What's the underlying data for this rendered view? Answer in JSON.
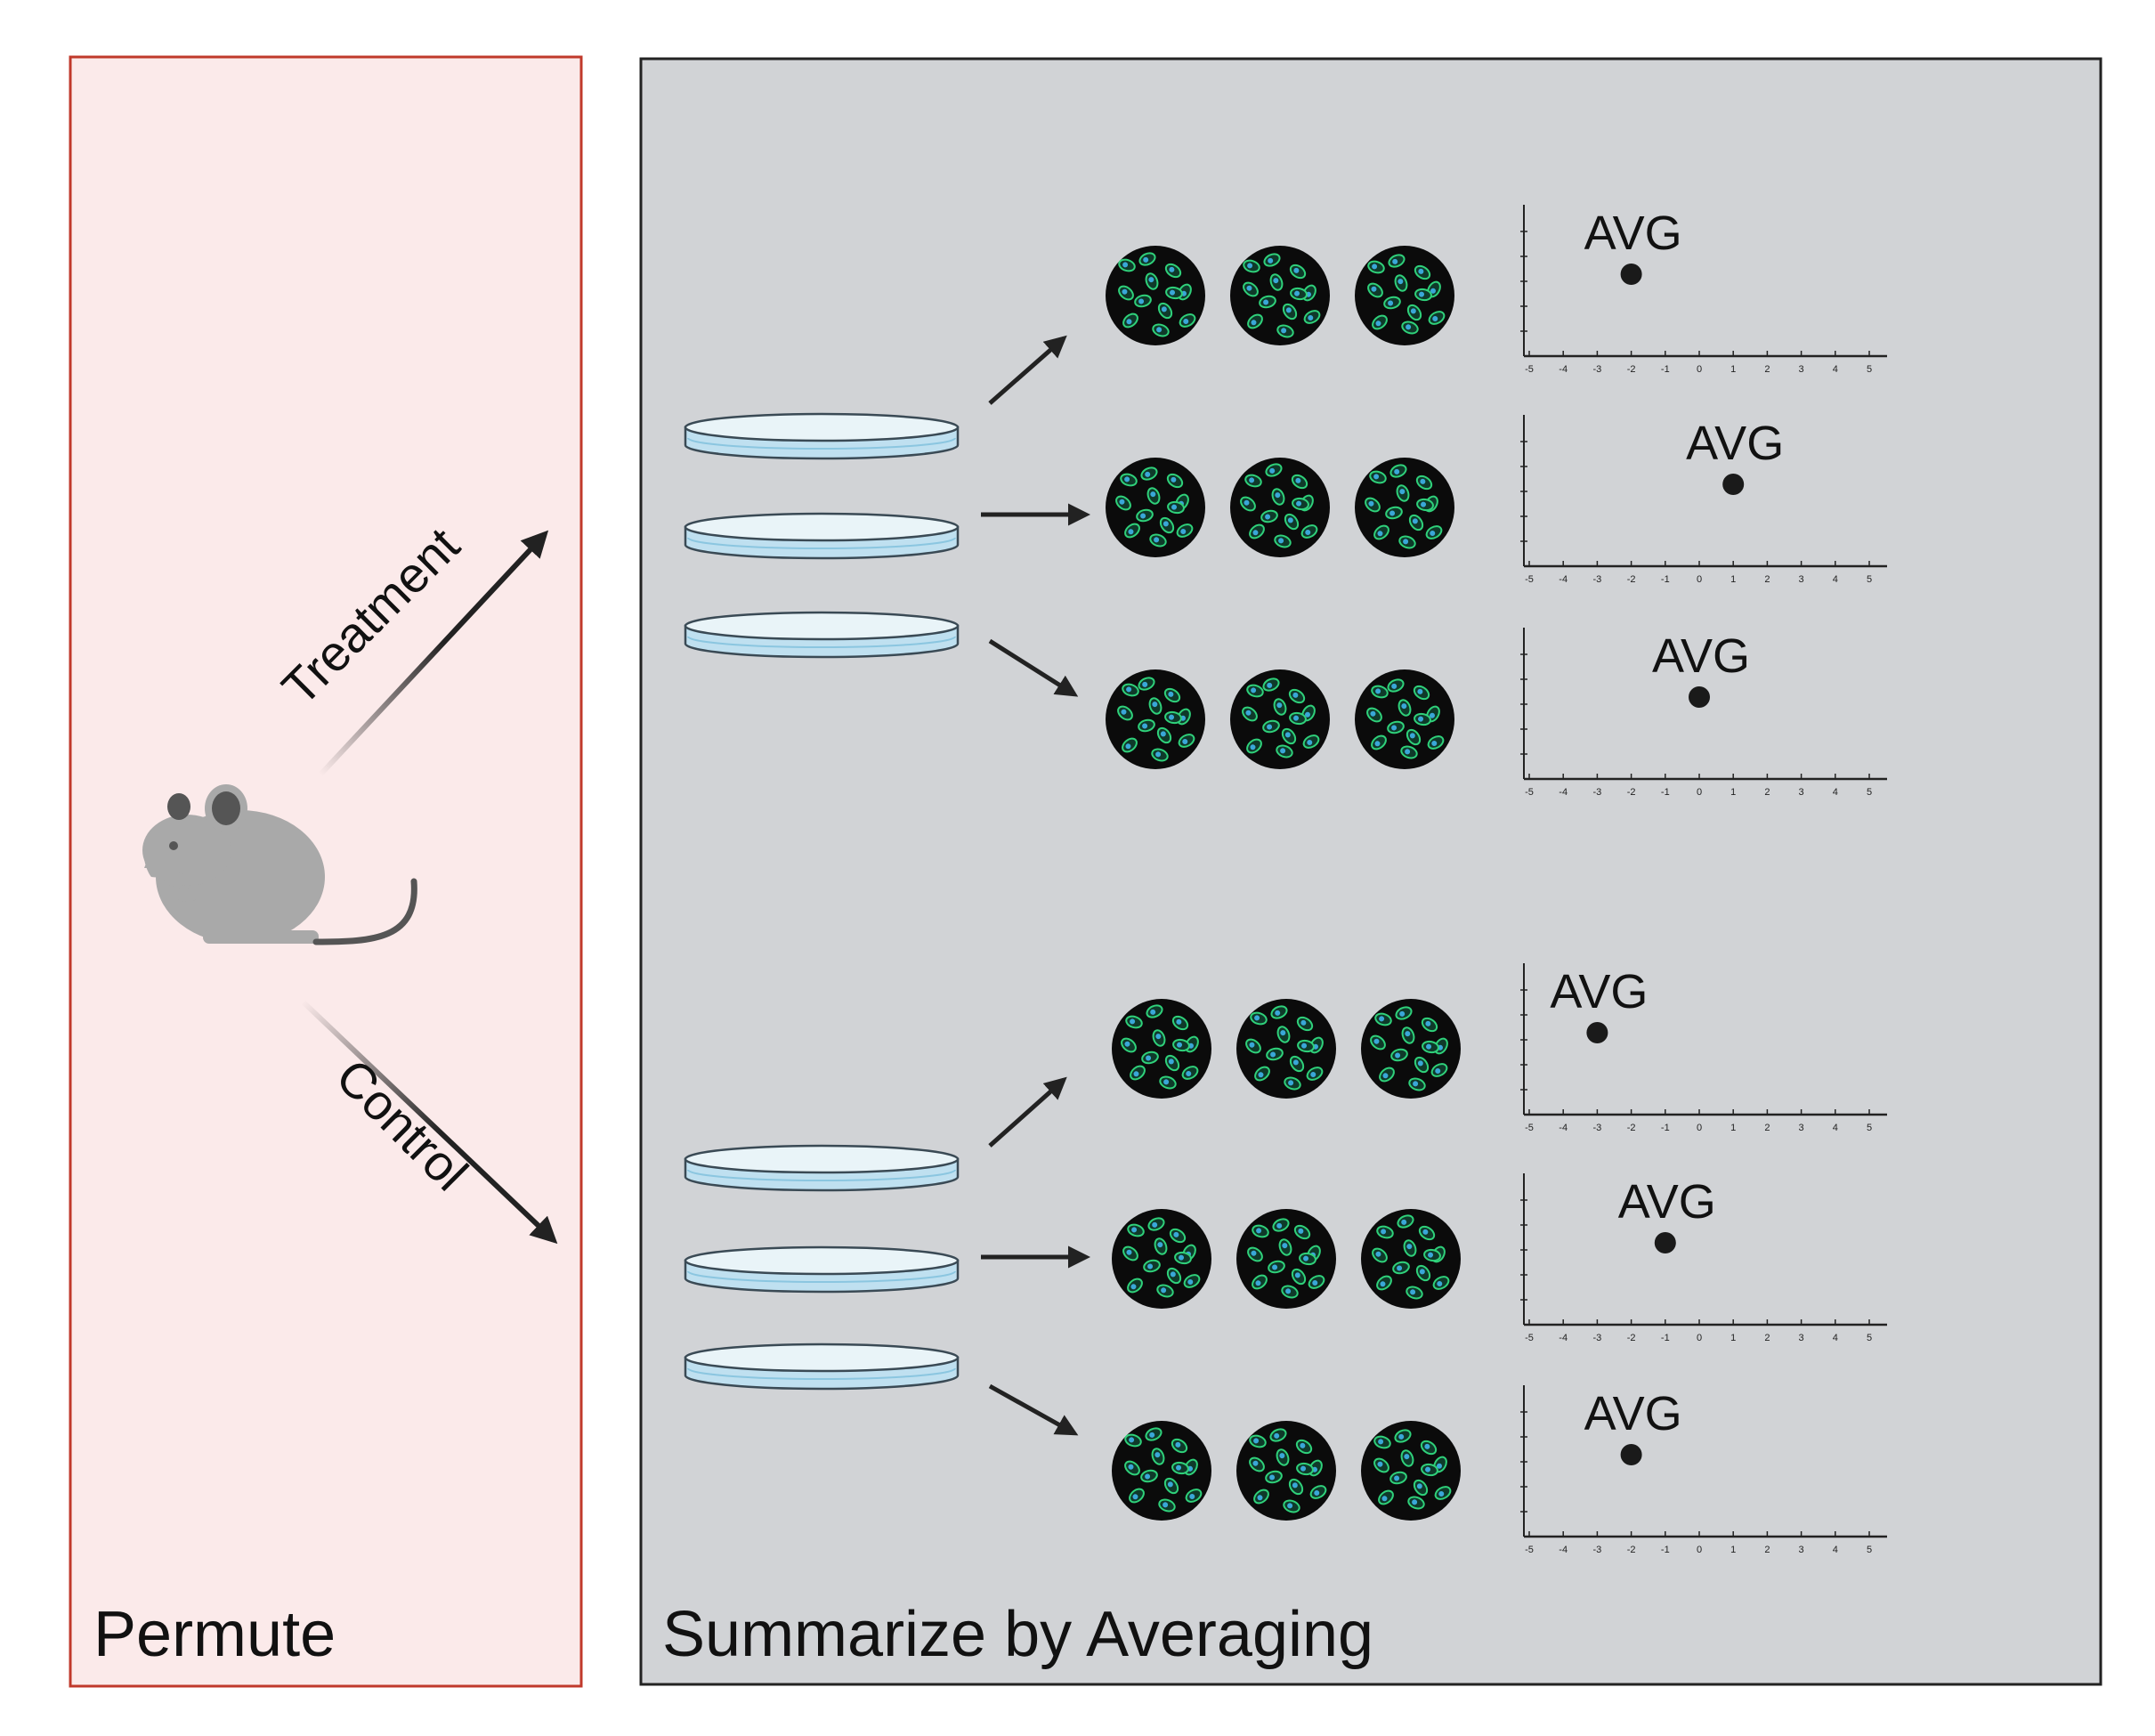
{
  "colors": {
    "permute_panel_fill": "#fbeaea",
    "permute_panel_border": "#c0392b",
    "summarize_panel_fill": "#d1d3d6",
    "summarize_panel_border": "#222222",
    "mouse": "#a9a9a9",
    "mouse_ear_inner": "#555555",
    "arrow": "#222222",
    "dish_liquid": "#bfe0f0",
    "dish_rim": "#e9f4f8",
    "cell_bg": "#0b0b0b",
    "cell_outline": "#2fd17a",
    "cell_nucleus": "#3aa7d8",
    "dot": "#1a1a1a"
  },
  "permute": {
    "title": "Permute",
    "treatment_label": "Treatment",
    "control_label": "Control"
  },
  "summarize": {
    "title": "Summarize by Averaging",
    "avg_label": "AVG",
    "axis_ticks": [
      "-5",
      "-4",
      "-3",
      "-2",
      "-1",
      "0",
      "1",
      "2",
      "3",
      "4",
      "5"
    ]
  },
  "chart_data": [
    {
      "type": "scatter",
      "group": "Treatment",
      "x": [
        -2
      ],
      "y_label": "AVG",
      "xlim": [
        -5,
        5
      ]
    },
    {
      "type": "scatter",
      "group": "Treatment",
      "x": [
        1
      ],
      "y_label": "AVG",
      "xlim": [
        -5,
        5
      ]
    },
    {
      "type": "scatter",
      "group": "Treatment",
      "x": [
        0
      ],
      "y_label": "AVG",
      "xlim": [
        -5,
        5
      ]
    },
    {
      "type": "scatter",
      "group": "Control",
      "x": [
        -3
      ],
      "y_label": "AVG",
      "xlim": [
        -5,
        5
      ]
    },
    {
      "type": "scatter",
      "group": "Control",
      "x": [
        -1
      ],
      "y_label": "AVG",
      "xlim": [
        -5,
        5
      ]
    },
    {
      "type": "scatter",
      "group": "Control",
      "x": [
        -2
      ],
      "y_label": "AVG",
      "xlim": [
        -5,
        5
      ]
    }
  ]
}
